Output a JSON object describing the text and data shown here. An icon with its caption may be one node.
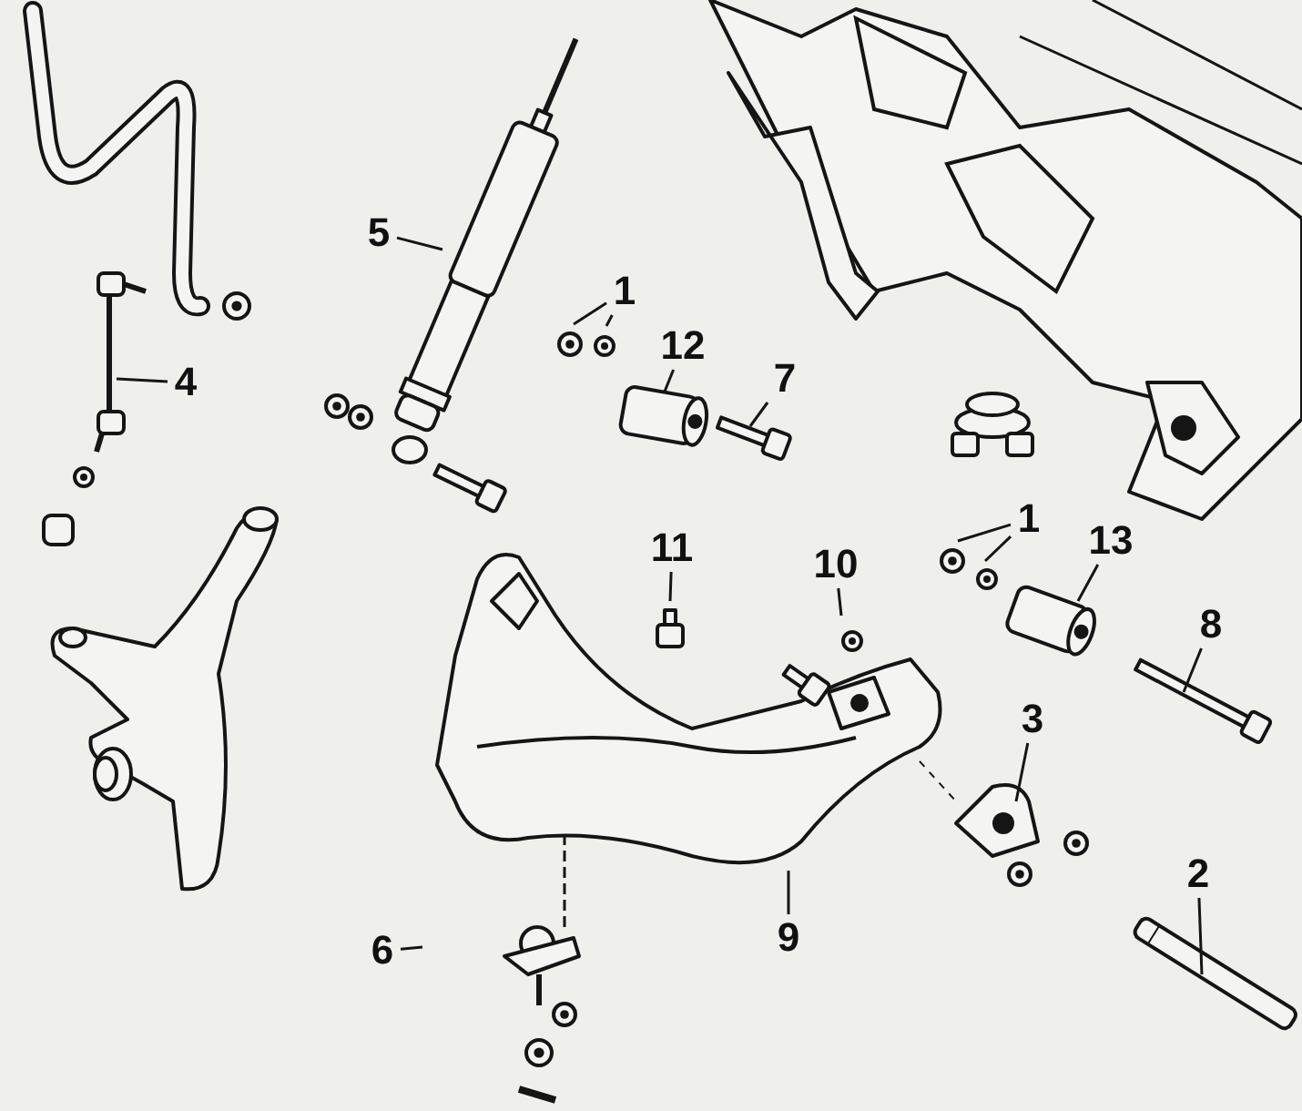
{
  "diagram": {
    "nodes": [
      {
        "text": [
          "5"
        ]
      },
      {
        "text": [
          "1"
        ]
      },
      {
        "text": [
          "12"
        ]
      },
      {
        "text": [
          "4"
        ]
      },
      {
        "text": [
          "7"
        ]
      },
      {
        "text": [
          "1"
        ]
      },
      {
        "text": [
          "13"
        ]
      },
      {
        "text": [
          "11"
        ]
      },
      {
        "text": [
          "10"
        ]
      },
      {
        "text": [
          "8"
        ]
      },
      {
        "text": [
          "3"
        ]
      },
      {
        "text": [
          "2"
        ]
      },
      {
        "text": [
          "9"
        ]
      },
      {
        "text": [
          "6"
        ]
      }
    ],
    "edges": [
      {
        "from": 0,
        "to": null,
        "arrow": "none"
      },
      {
        "from": 1,
        "to": null,
        "arrow": "none"
      },
      {
        "from": 1,
        "to": null,
        "arrow": "none"
      },
      {
        "from": 2,
        "to": null,
        "arrow": "none"
      },
      {
        "from": 3,
        "to": null,
        "arrow": "none"
      },
      {
        "from": 4,
        "to": null,
        "arrow": "none"
      },
      {
        "from": 5,
        "to": null,
        "arrow": "none"
      },
      {
        "from": 5,
        "to": null,
        "arrow": "none"
      },
      {
        "from": 6,
        "to": null,
        "arrow": "none"
      },
      {
        "from": 7,
        "to": null,
        "arrow": "none"
      },
      {
        "from": 8,
        "to": null,
        "arrow": "none"
      },
      {
        "from": 9,
        "to": null,
        "arrow": "none"
      },
      {
        "from": 10,
        "to": null,
        "arrow": "none"
      },
      {
        "from": 11,
        "to": null,
        "arrow": "none"
      },
      {
        "from": 12,
        "to": null,
        "arrow": "none"
      },
      {
        "from": 13,
        "to": null,
        "arrow": "none"
      }
    ]
  }
}
